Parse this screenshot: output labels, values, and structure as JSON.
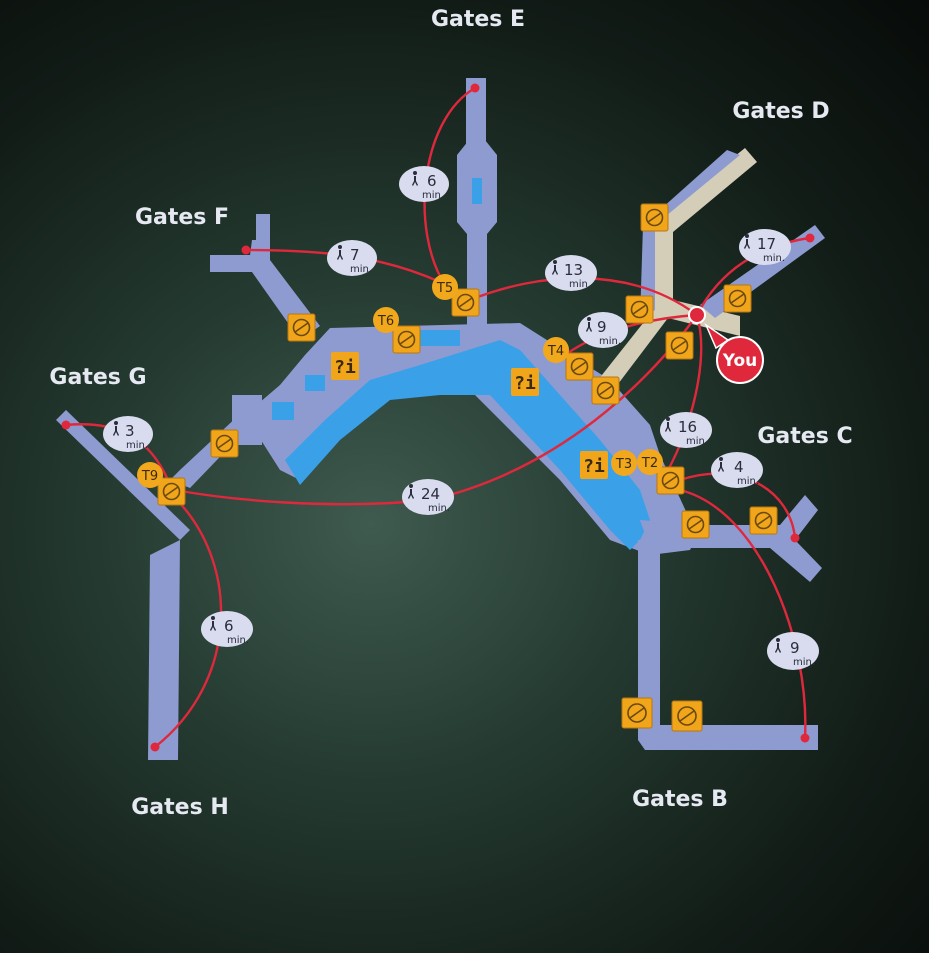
{
  "gate_labels": {
    "e": "Gates E",
    "d": "Gates D",
    "f": "Gates F",
    "g": "Gates G",
    "c": "Gates C",
    "h": "Gates H",
    "b": "Gates B"
  },
  "walk_times": {
    "e": "6",
    "f": "7",
    "t5_to_d": "13",
    "d": "17",
    "you_to_t4": "9",
    "g": "3",
    "c": "16",
    "c_short": "4",
    "t9_to_h": "6",
    "t2_to_t9": "24",
    "b": "9"
  },
  "walk_unit": "min.",
  "trains": {
    "t5": "T5",
    "t6": "T6",
    "t4": "T4",
    "t3": "T3",
    "t2": "T2",
    "t9": "T9"
  },
  "info_symbol": "?i",
  "you_label": "You",
  "icons": {
    "lift": "elevator-icon",
    "walk": "pedestrian-icon",
    "info": "information-icon"
  },
  "colors": {
    "terminal": "#8e9bd0",
    "terminal_d": "#d4cdb8",
    "water": "#3aa0e8",
    "route": "#e0283c",
    "train": "#f2a81d",
    "lift": "#f0a51b",
    "bubble": "#d9dcef"
  }
}
